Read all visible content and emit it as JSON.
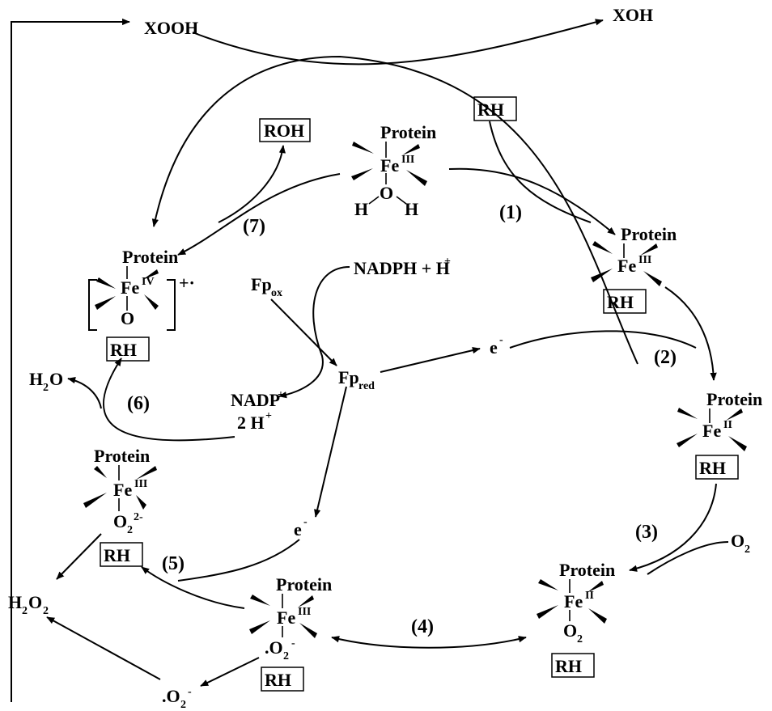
{
  "species": {
    "xooh": "XOOH",
    "xoh": "XOH",
    "roh": "ROH",
    "rh": "RH",
    "protein": "Protein",
    "fe": "Fe",
    "ox_III": "III",
    "ox_II": "II",
    "ox_IV": "IV",
    "o_atom": "O",
    "h_atom": "H",
    "o2": "O",
    "o2_sub": "2",
    "superoxide_ligand": ".O",
    "superoxide_sub": "2",
    "superoxide_charge": "-",
    "peroxide_charge": "2-",
    "radical_cation": "+·",
    "nadph": "NADPH + H",
    "nadph_sup": "+",
    "nadp": "NADP",
    "nadp_sup": "+",
    "two_h": "2 H",
    "two_h_sup": "+",
    "fp": "Fp",
    "fp_ox_sub": "ox",
    "fp_red_sub": "red",
    "electron": "e",
    "electron_sup": "-",
    "h2o_h": "H",
    "h2o_sub": "2",
    "h2o_o": "O",
    "h2o2_h": "H",
    "h2o2_sub1": "2",
    "h2o2_o": "O",
    "h2o2_sub2": "2",
    "free_superoxide": ".O",
    "free_superoxide_sub": "2",
    "free_superoxide_charge": "-"
  },
  "steps": {
    "s1": "(1)",
    "s2": "(2)",
    "s3": "(3)",
    "s4": "(4)",
    "s5": "(5)",
    "s6": "(6)",
    "s7": "(7)"
  }
}
